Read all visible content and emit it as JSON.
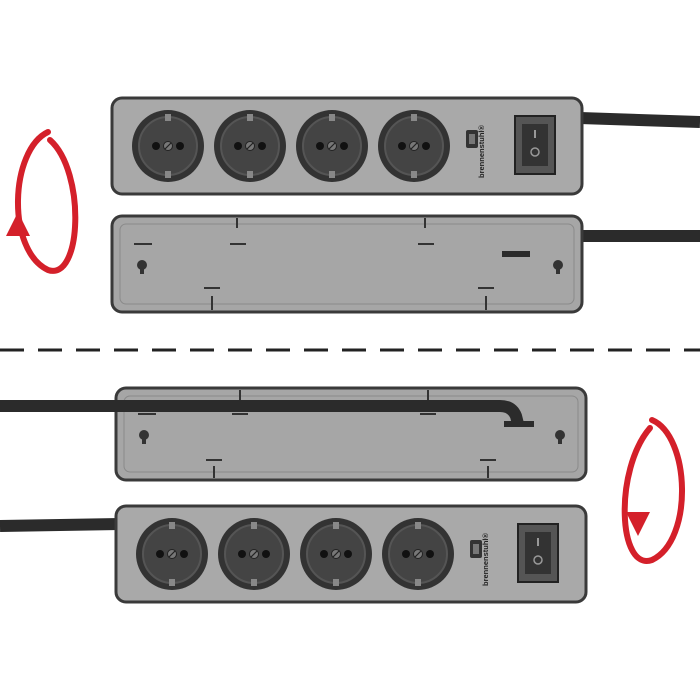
{
  "brand": {
    "name": "brennenstuhl®",
    "text_color": "#222222"
  },
  "colors": {
    "background": "#ffffff",
    "strip_face": "#a9a9a9",
    "strip_back": "#a6a6a6",
    "outline": "#3a3a3a",
    "cable": "#2b2b2b",
    "socket_dark": "#333333",
    "socket_ring": "#555555",
    "arrow_red": "#d4202a",
    "divider": "#222222"
  },
  "icons": {
    "rotate_top": "rotate-counterclockwise-arrow-icon",
    "rotate_bottom": "rotate-clockwise-arrow-icon",
    "socket": "schuko-socket-icon",
    "switch": "rocker-switch-icon",
    "usb": "usb-port-icon"
  },
  "top_strip": {
    "socket_count": 4,
    "cable_side": "right",
    "view": "front"
  },
  "top_back": {
    "cable_side": "right",
    "view": "back"
  },
  "bottom_back": {
    "cable_side": "left",
    "view": "back"
  },
  "bottom_strip": {
    "socket_count": 4,
    "cable_side": "left",
    "view": "front"
  }
}
